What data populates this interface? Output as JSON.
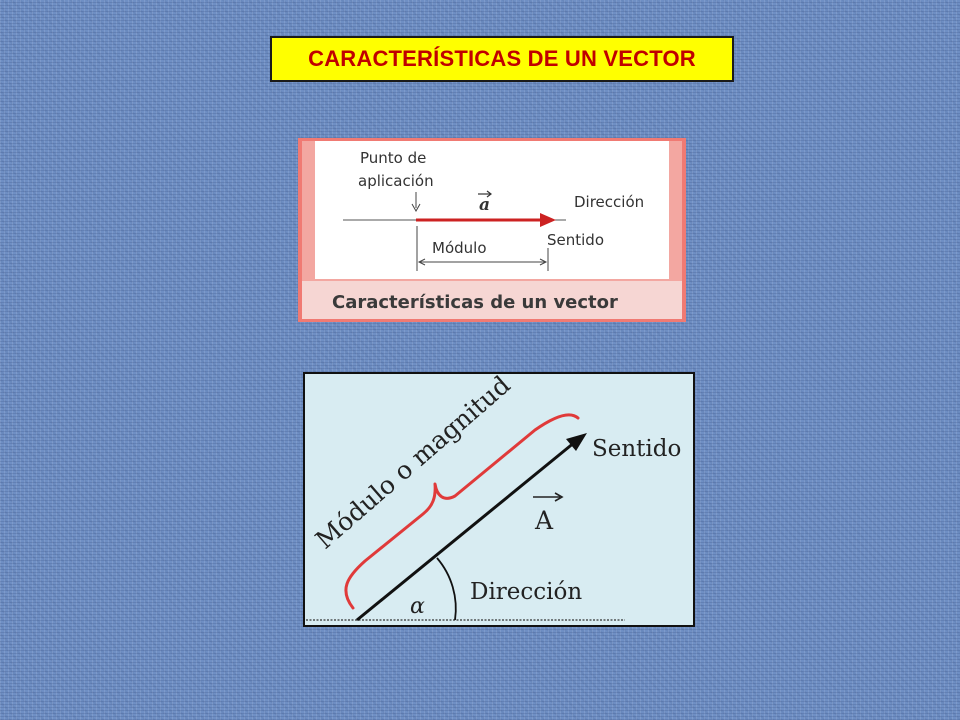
{
  "slide": {
    "title": "CARACTERÍSTICAS DE UN VECTOR"
  },
  "diagram_top": {
    "label_point_line1": "Punto de",
    "label_point_line2": "aplicación",
    "label_vector": "a",
    "label_direction": "Dirección",
    "label_module": "Módulo",
    "label_sense": "Sentido",
    "caption": "Características de un vector",
    "colors": {
      "arrow": "#cc2222",
      "frame": "#f07a73",
      "caption_bg": "#f6d6d3",
      "caption_text": "#3a3a3a"
    }
  },
  "diagram_bottom": {
    "label_magnitude": "Módulo o magnitud",
    "label_sense": "Sentido",
    "label_vector": "A",
    "label_angle": "α",
    "label_direction": "Dirección",
    "colors": {
      "background": "#d8ecf2",
      "brace": "#e03a3a",
      "vector": "#111111"
    }
  }
}
